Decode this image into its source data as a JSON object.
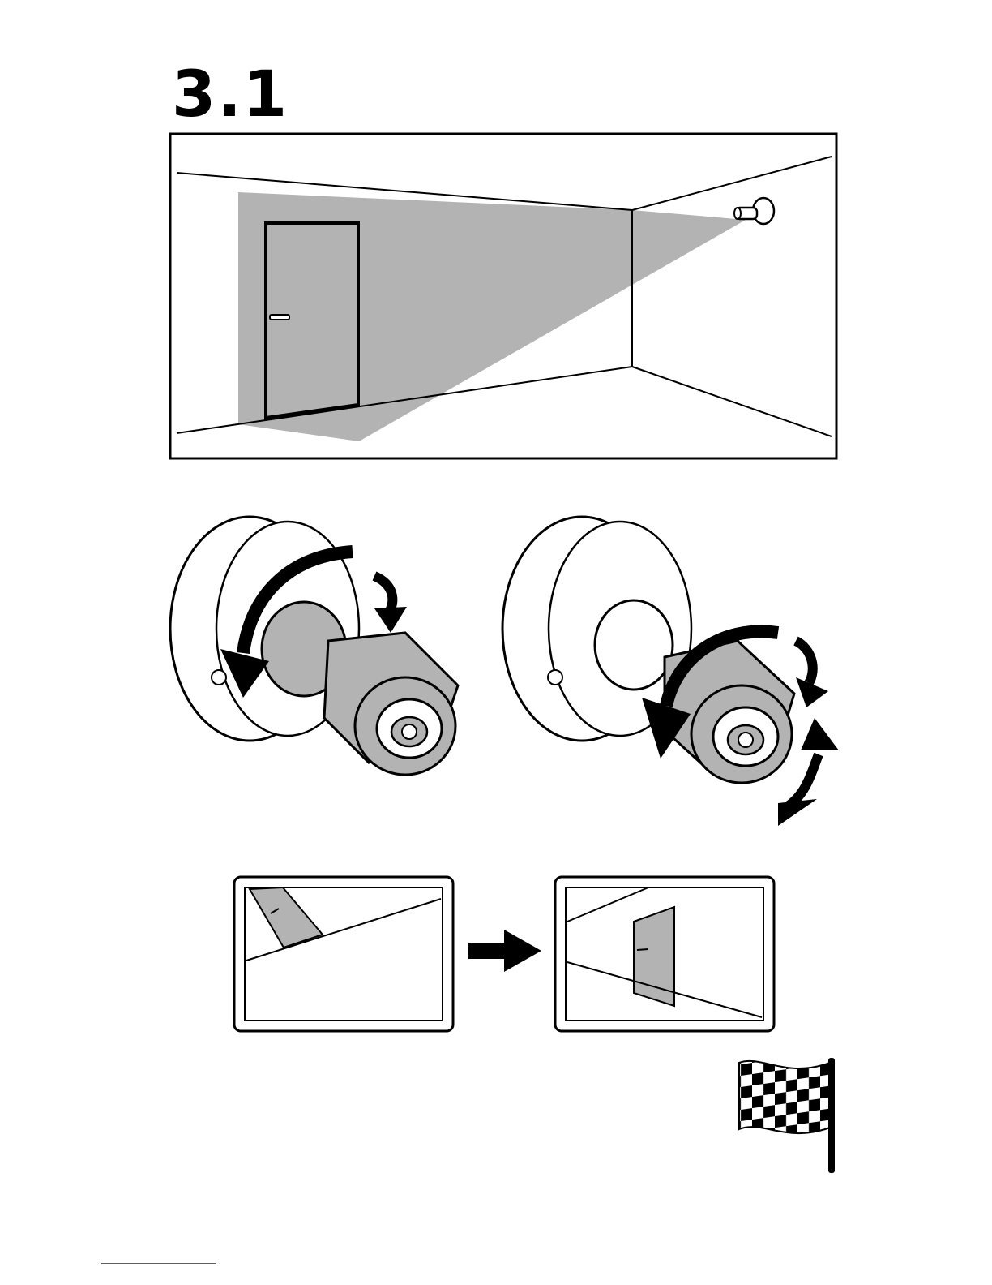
{
  "step": {
    "number": "3.1"
  },
  "colors": {
    "ink": "#000000",
    "shade": "#b3b3b3",
    "paper": "#ffffff",
    "footer_rule": "#3b5bd6"
  },
  "icons": {
    "room": "camera-field-of-view-illustration",
    "camera_left": "camera-pan-rotate-illustration",
    "camera_right": "camera-tilt-rotate-illustration",
    "arrow": "right-arrow-icon",
    "finish": "checkered-flag-icon"
  }
}
